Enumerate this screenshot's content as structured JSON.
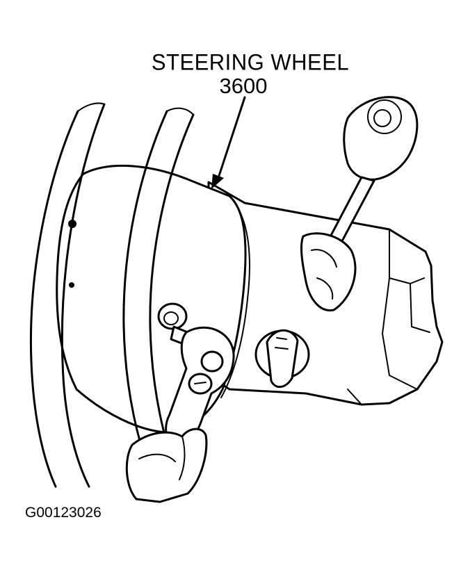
{
  "callout": {
    "title": "STEERING WHEEL",
    "part_number": "3600"
  },
  "figure_id": "G00123026"
}
